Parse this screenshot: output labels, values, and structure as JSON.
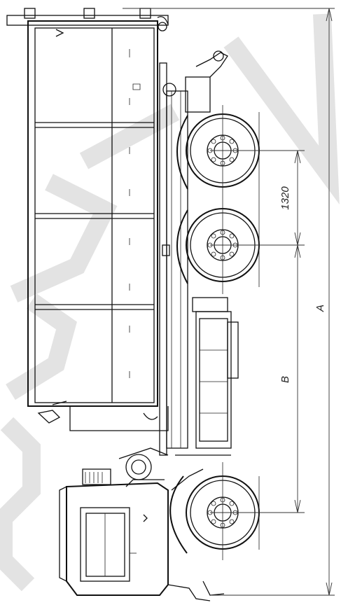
{
  "drawing": {
    "dimensions": {
      "wheelbase_rear": "1320",
      "overall_length": "A",
      "wheelbase": "B"
    },
    "watermark": "SERIA",
    "colors": {
      "line": "#111111",
      "background": "#ffffff",
      "watermark": "#d9d9d9"
    }
  }
}
